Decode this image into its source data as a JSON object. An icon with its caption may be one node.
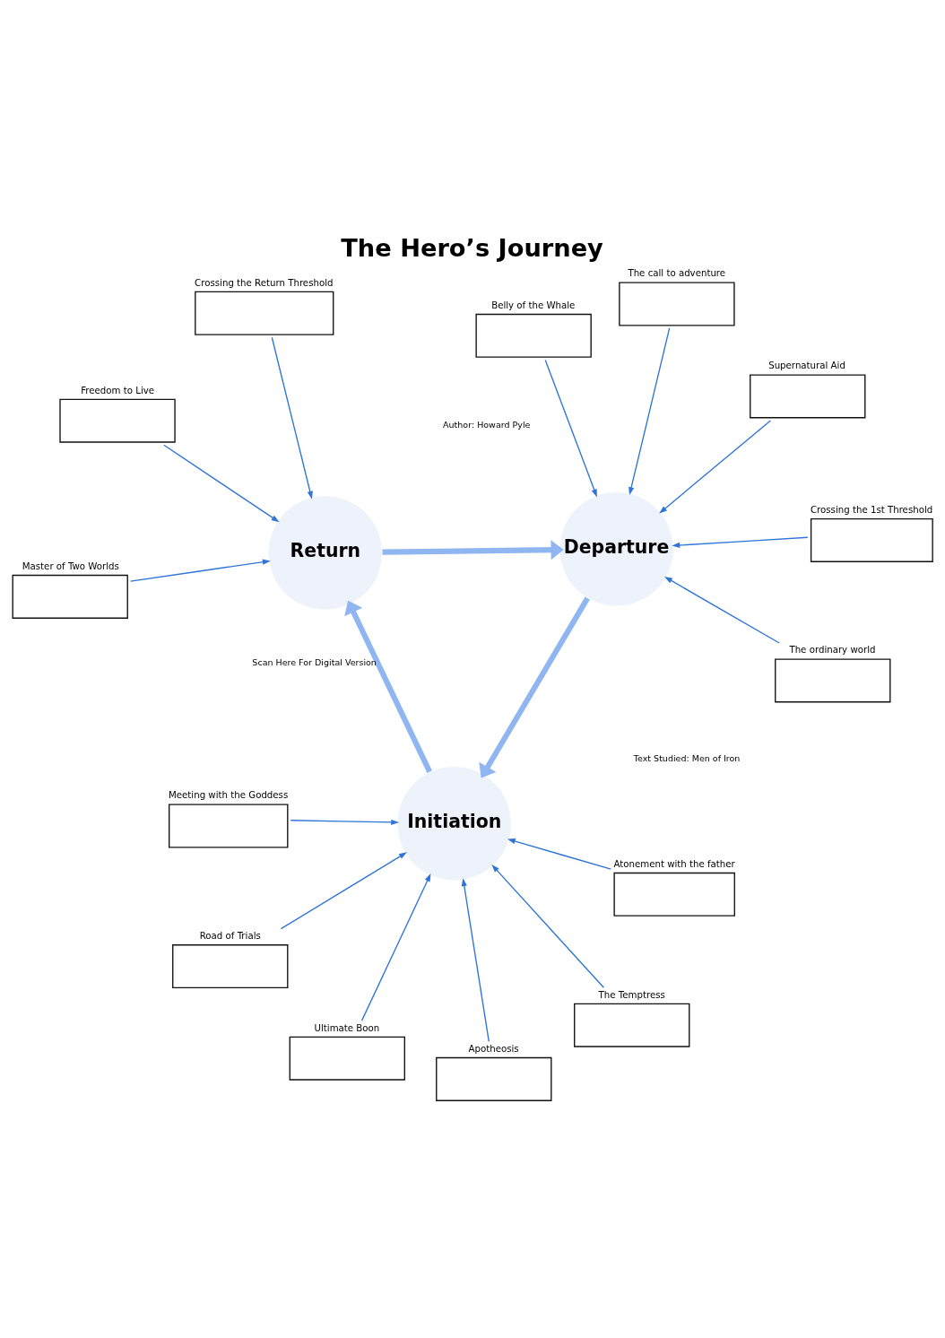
{
  "diagram": {
    "title": "The Hero’s Journey",
    "nodes": [
      {
        "text": [
          "The ordinary world"
        ]
      },
      {
        "text": [
          "Freedom to Live"
        ]
      },
      {
        "text": [
          "The call to adventure"
        ]
      },
      {
        "text": [
          "Master of Two Worlds"
        ]
      },
      {
        "text": [
          "Supernatural Aid"
        ]
      },
      {
        "text": [
          "Return"
        ]
      },
      {
        "text": [
          "Departure"
        ]
      },
      {
        "text": [
          "Crossing the 1st Threshold"
        ]
      },
      {
        "text": [
          "Crossing the Return Threshold"
        ]
      },
      {
        "text": [
          "Belly of the Whale"
        ]
      },
      {
        "text": [
          "Ultimate Boon"
        ]
      },
      {
        "text": [
          "Initiation"
        ]
      },
      {
        "text": [
          "Road of Trials"
        ]
      },
      {
        "text": [
          "Apotheosis"
        ]
      },
      {
        "text": [
          "Meeting with the Goddess"
        ]
      },
      {
        "text": [
          "Atonement with the father"
        ]
      },
      {
        "text": [
          "The Temptress"
        ]
      }
    ],
    "edges": [
      {
        "from": 5,
        "to": 6,
        "arrow": "to",
        "style": "thick",
        "color": "#8fb6f0"
      },
      {
        "from": 6,
        "to": 11,
        "arrow": "to",
        "style": "thick",
        "color": "#8fb6f0"
      },
      {
        "from": 11,
        "to": 5,
        "arrow": "to",
        "style": "thick",
        "color": "#8fb6f0"
      },
      {
        "from": 0,
        "to": 6,
        "arrow": "to"
      },
      {
        "from": 1,
        "to": 5,
        "arrow": "to"
      },
      {
        "from": 2,
        "to": 6,
        "arrow": "to"
      },
      {
        "from": 3,
        "to": 5,
        "arrow": "to"
      },
      {
        "from": 4,
        "to": 6,
        "arrow": "to"
      },
      {
        "from": 7,
        "to": 6,
        "arrow": "to"
      },
      {
        "from": 8,
        "to": 5,
        "arrow": "to"
      },
      {
        "from": 9,
        "to": 6,
        "arrow": "to"
      },
      {
        "from": 10,
        "to": 11,
        "arrow": "to"
      },
      {
        "from": 12,
        "to": 11,
        "arrow": "to"
      },
      {
        "from": 13,
        "to": 11,
        "arrow": "to"
      },
      {
        "from": 14,
        "to": 11,
        "arrow": "to"
      },
      {
        "from": 15,
        "to": 11,
        "arrow": "to"
      },
      {
        "from": 16,
        "to": 11,
        "arrow": "to"
      }
    ],
    "labels": [
      "Text Studied: Men of Iron",
      "Author: Howard Pyle",
      "Scan Here For Digital Version"
    ]
  }
}
